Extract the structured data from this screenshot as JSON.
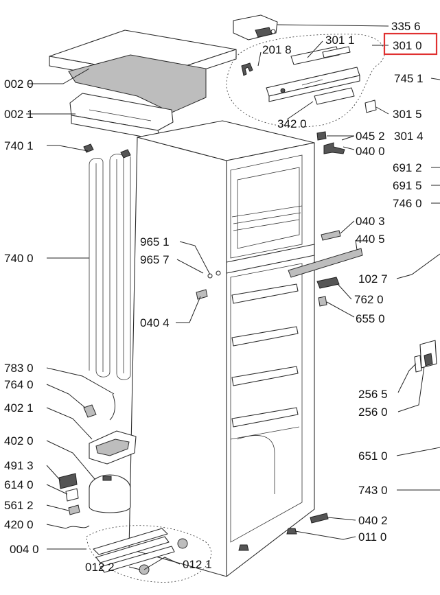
{
  "highlight": {
    "label_index": 3,
    "color": "#e03030"
  },
  "labels": [
    "335 6",
    "201 8",
    "301 1",
    "301 0",
    "745 1",
    "301 5",
    "342 0",
    "301 4",
    "002 0",
    "002 1",
    "740 1",
    "045 2",
    "040 0",
    "691 2",
    "691 5",
    "746 0",
    "040 3",
    "740 0",
    "965 1",
    "965 7",
    "440 5",
    "102 7",
    "762 0",
    "040 4",
    "655 0",
    "783 0",
    "764 0",
    "256 5",
    "256 0",
    "402 1",
    "402 0",
    "651 0",
    "491 3",
    "614 0",
    "561 2",
    "743 0",
    "420 0",
    "040 2",
    "011 0",
    "004 0",
    "012 2",
    "012 1"
  ]
}
